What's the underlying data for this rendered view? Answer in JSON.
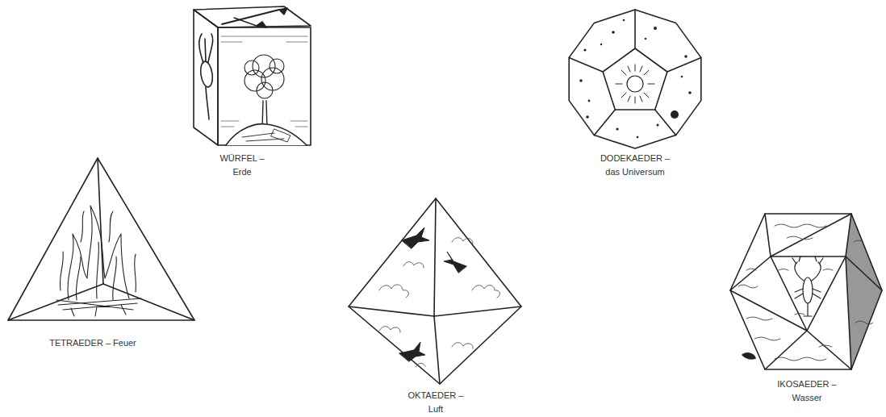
{
  "diagram": {
    "labels": [
      "TETRAEDER – Feuer",
      "WÜRFEL – Erde",
      "OKTAEDER – Luft",
      "DODEKAEDER – das Universum",
      "IKOSAEDER – Wasser"
    ]
  }
}
